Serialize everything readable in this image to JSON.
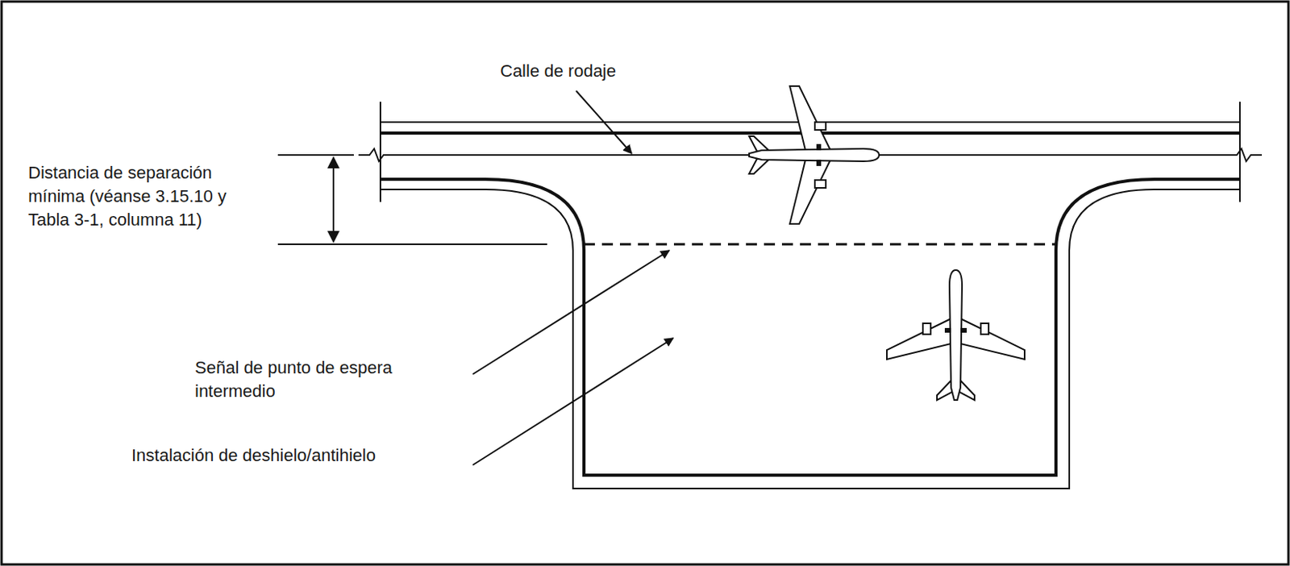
{
  "diagram": {
    "labels": [
      "Calle de rodaje",
      "Distancia de separación mínima (véanse 3.15.10 y Tabla 3-1, columna 11)",
      "Señal de punto de espera intermedio",
      "Instalación de deshielo/antihielo"
    ]
  }
}
